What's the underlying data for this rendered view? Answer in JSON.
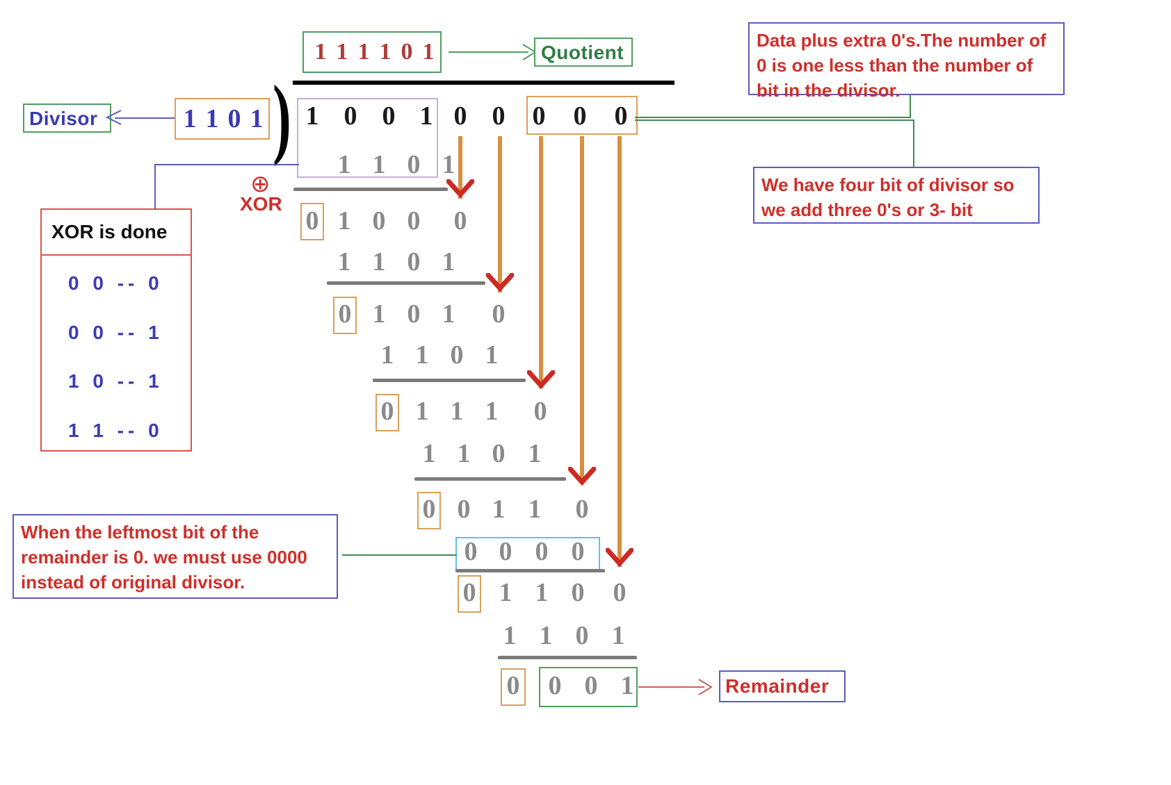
{
  "title": "CRC binary long division (modulo-2) worked example",
  "colors": {
    "green": "#2f7d46",
    "blue": "#3b3bb5",
    "red": "#cf2f2a",
    "orange": "#d78f43",
    "gray_digit": "#8a8a8a",
    "black_digit": "#1a1a1a",
    "cyan": "#5fc3e4",
    "purple": "#c9aed6"
  },
  "labels": {
    "quotient": "Quotient",
    "divisor": "Divisor",
    "remainder": "Remainder",
    "xor_symbol": "⊕",
    "xor_word": "XOR"
  },
  "quotient": {
    "bits": [
      "1",
      "1",
      "1",
      "1",
      "0",
      "1"
    ]
  },
  "divisor": {
    "bits": [
      "1",
      "1",
      "0",
      "1"
    ]
  },
  "xor_table": {
    "title": "XOR is done",
    "rows": [
      "0  0 -- 0",
      "0  0 -- 1",
      "1  0 -- 1",
      "1  1 -- 0"
    ]
  },
  "notes": {
    "data_plus_zeros": "Data plus extra 0's.The number of 0 is one less than the number of bit in the divisor.",
    "four_bit_divisor": "We have four bit of divisor so we add three 0's or 3- bit",
    "leftmost_zero": "When the leftmost bit of the remainder is 0. we must use 0000 instead of original divisor."
  },
  "division": {
    "dividend": [
      "1",
      "0",
      "0",
      "1",
      "0",
      "0",
      "0",
      "0",
      "0"
    ],
    "dividend_data_bits": [
      "1",
      "0",
      "0",
      "1"
    ],
    "dividend_appended_zeros": [
      "0",
      "0",
      "0"
    ],
    "steps": [
      {
        "subtrahend": [
          "1",
          "1",
          "0",
          "1"
        ],
        "result": [
          "0",
          "1",
          "0",
          "0"
        ],
        "brought_down": "0"
      },
      {
        "subtrahend": [
          "1",
          "1",
          "0",
          "1"
        ],
        "result": [
          "0",
          "1",
          "0",
          "1"
        ],
        "brought_down": "0"
      },
      {
        "subtrahend": [
          "1",
          "1",
          "0",
          "1"
        ],
        "result": [
          "0",
          "1",
          "1",
          "1"
        ],
        "brought_down": "0"
      },
      {
        "subtrahend": [
          "1",
          "1",
          "0",
          "1"
        ],
        "result": [
          "0",
          "0",
          "1",
          "1"
        ],
        "brought_down": "0"
      },
      {
        "subtrahend": [
          "0",
          "0",
          "0",
          "0"
        ],
        "result": [
          "0",
          "1",
          "1",
          "0"
        ],
        "brought_down": "0"
      },
      {
        "subtrahend": [
          "1",
          "1",
          "0",
          "1"
        ],
        "result": [
          "0",
          "0",
          "0",
          "1"
        ],
        "brought_down": ""
      }
    ],
    "special_divisor_row": [
      "0",
      "0",
      "0",
      "0"
    ],
    "remainder": [
      "0",
      "0",
      "1"
    ],
    "remainder_leading_zero": "0"
  },
  "digits": {
    "r0": [
      "1",
      "0",
      "0",
      "1",
      "0",
      "0",
      "0",
      "0",
      "0"
    ],
    "r1": [
      "1",
      "1",
      "0",
      "1"
    ],
    "r2": [
      "0",
      "1",
      "0",
      "0",
      "0"
    ],
    "r3": [
      "1",
      "1",
      "0",
      "1"
    ],
    "r4": [
      "0",
      "1",
      "0",
      "1",
      "0"
    ],
    "r5": [
      "1",
      "1",
      "0",
      "1"
    ],
    "r6": [
      "0",
      "1",
      "1",
      "1",
      "0"
    ],
    "r7": [
      "1",
      "1",
      "0",
      "1"
    ],
    "r8": [
      "0",
      "0",
      "1",
      "1",
      "0"
    ],
    "r9": [
      "0",
      "0",
      "0",
      "0"
    ],
    "r10": [
      "0",
      "1",
      "1",
      "0",
      "0"
    ],
    "r11": [
      "1",
      "1",
      "0",
      "1"
    ],
    "r12": [
      "0",
      "0",
      "0",
      "1"
    ]
  }
}
